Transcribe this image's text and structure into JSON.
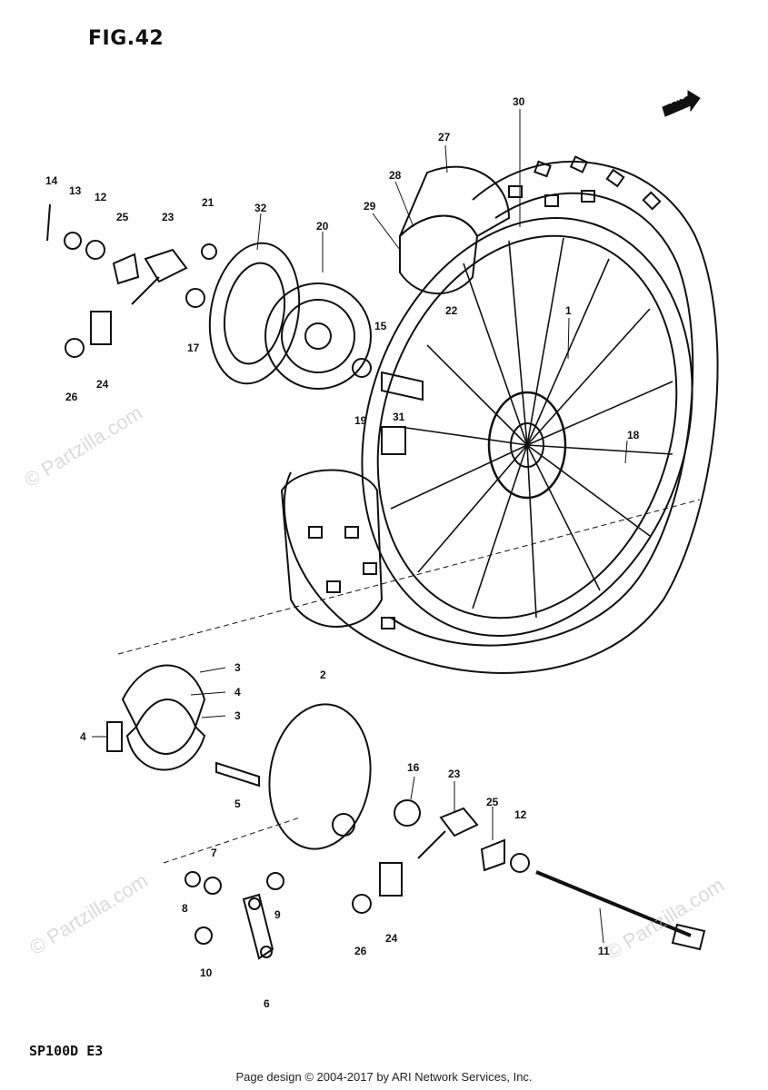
{
  "figure_title": "FIG.42",
  "model_code": "SP100D  E3",
  "forward_label": "FWD",
  "footer_text": "Page design © 2004-2017 by ARI Network Services, Inc.",
  "watermarks": [
    "© Partzilla.com",
    "© Partzilla.com",
    "© Partzilla.com"
  ],
  "callouts": {
    "c14": "14",
    "c13": "13",
    "c12": "12",
    "c25a": "25",
    "c23a": "23",
    "c21": "21",
    "c32": "32",
    "c20": "20",
    "c28": "28",
    "c29": "29",
    "c27": "27",
    "c30": "30",
    "c22": "22",
    "c15": "15",
    "c1": "1",
    "c17": "17",
    "c24a": "24",
    "c26a": "26",
    "c19": "19",
    "c31": "31",
    "c18": "18",
    "c3a": "3",
    "c4a": "4",
    "c3b": "3",
    "c4b": "4",
    "c2": "2",
    "c5": "5",
    "c16": "16",
    "c23b": "23",
    "c25b": "25",
    "c12b": "12",
    "c7": "7",
    "c8": "8",
    "c9": "9",
    "c10": "10",
    "c6": "6",
    "c24b": "24",
    "c26b": "26",
    "c11": "11"
  }
}
